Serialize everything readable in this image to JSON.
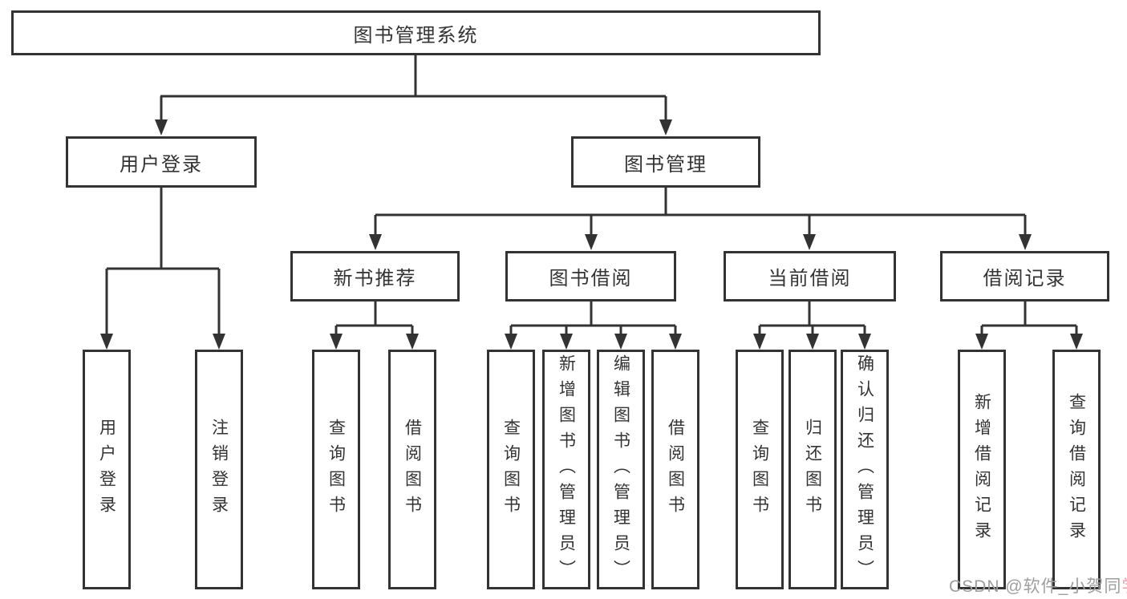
{
  "colors": {
    "background": "#ffffff",
    "line": "#333333",
    "box_border": "#333333",
    "text": "#333333",
    "watermark_gray": "#9e9e9e",
    "watermark_pink": "#f2a0aa"
  },
  "tree": {
    "label": "图书管理系统",
    "children": [
      {
        "label": "用户登录",
        "children": [
          {
            "label": "用户登录"
          },
          {
            "label": "注销登录"
          }
        ]
      },
      {
        "label": "图书管理",
        "children": [
          {
            "label": "新书推荐",
            "children": [
              {
                "label": "查询图书"
              },
              {
                "label": "借阅图书"
              }
            ]
          },
          {
            "label": "图书借阅",
            "children": [
              {
                "label": "查询图书"
              },
              {
                "label": "新增图书（管理员）"
              },
              {
                "label": "编辑图书（管理员）"
              },
              {
                "label": "借阅图书"
              }
            ]
          },
          {
            "label": "当前借阅",
            "children": [
              {
                "label": "查询图书"
              },
              {
                "label": "归还图书"
              },
              {
                "label": "确认归还（管理员）"
              }
            ]
          },
          {
            "label": "借阅记录",
            "children": [
              {
                "label": "新增借阅记录"
              },
              {
                "label": "查询借阅记录"
              }
            ]
          }
        ]
      }
    ]
  },
  "watermark": {
    "prefix": "CSDN @软件_小贺同",
    "accent": "学"
  }
}
